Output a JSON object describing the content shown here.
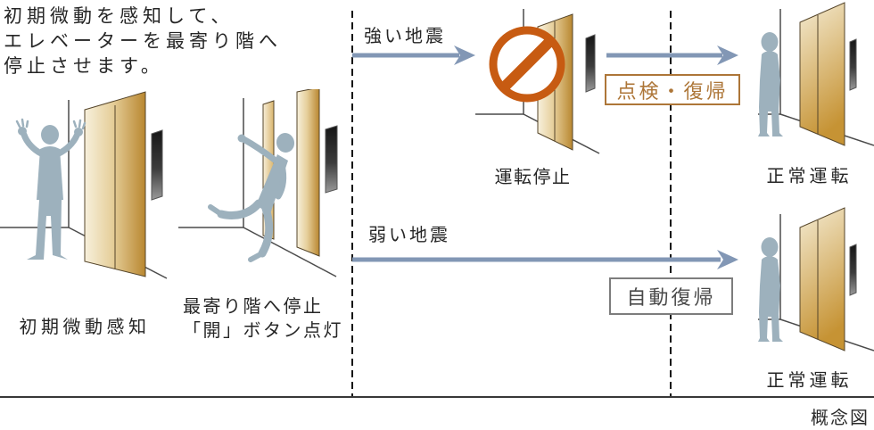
{
  "intro": {
    "line1": "初期微動を感知して、",
    "line2": "エレベーターを最寄り階へ",
    "line3": "停止させます。"
  },
  "steps": {
    "initial_detection_label": "初期微動感知",
    "nearest_floor_label_line1": "最寄り階へ停止",
    "nearest_floor_label_line2": "「開」ボタン点灯",
    "operation_stop_label": "運転停止",
    "normal_operation_top_label": "正常運転",
    "normal_operation_bottom_label": "正常運転"
  },
  "branches": {
    "strong_quake_label": "強い地震",
    "weak_quake_label": "弱い地震",
    "inspection_recovery_label": "点検・復帰",
    "auto_recovery_label": "自動復帰"
  },
  "footer": {
    "caption": "概念図"
  },
  "colors": {
    "door_gold": "#c08a31",
    "door_light": "#f7f0dc",
    "silhouette_blue_gray": "#9db1bd",
    "arrow_blue": "#8297b5",
    "prohibition_orange": "#c75b12",
    "inspection_accent": "#ad7638",
    "recovery_gray": "#7d7d7d",
    "line_dark": "#383838"
  }
}
